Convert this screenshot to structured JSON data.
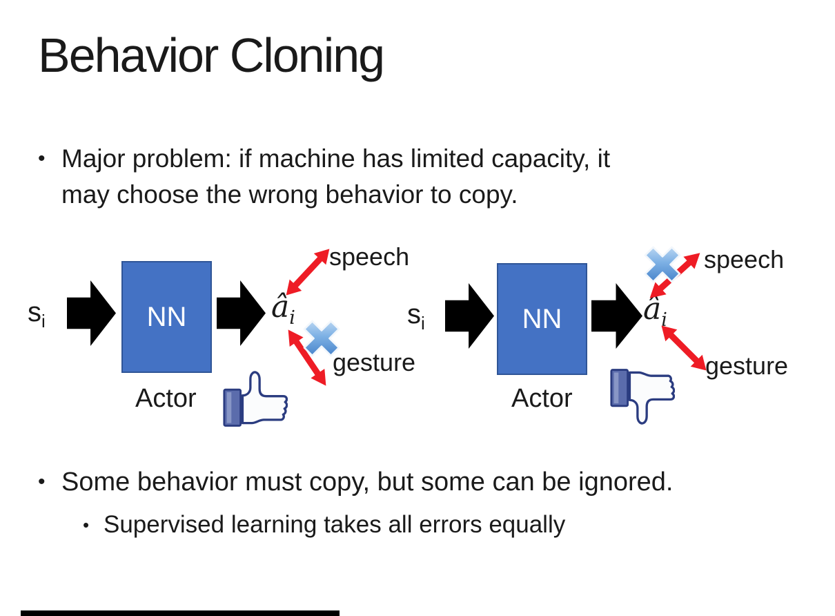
{
  "slide": {
    "title": "Behavior Cloning",
    "bullet_marker": "•",
    "bullet1": {
      "line1": "Major problem: if machine has limited capacity, it",
      "line2": "may choose the wrong behavior to copy."
    },
    "bullet2": "Some behavior must copy, but some can be ignored.",
    "bullet2_sub": "Supervised learning takes all errors equally"
  },
  "diagram_left": {
    "input_symbol": "s",
    "input_subscript": "i",
    "box_label": "NN",
    "box_caption": "Actor",
    "output_symbol": "â",
    "output_subscript": "i",
    "action1": "speech",
    "action2": "gesture",
    "crossed_out": "gesture",
    "feedback_icon": "thumbs-up"
  },
  "diagram_right": {
    "input_symbol": "s",
    "input_subscript": "i",
    "box_label": "NN",
    "box_caption": "Actor",
    "output_symbol": "â",
    "output_subscript": "i",
    "action1": "speech",
    "action2": "gesture",
    "crossed_out": "speech",
    "feedback_icon": "thumbs-down"
  },
  "colors": {
    "nn_box": "#4472C4",
    "nn_box_border": "#2F5597",
    "black_arrow": "#000000",
    "red_arrow": "#EE1C25",
    "cross_light": "#D9EAFA",
    "cross_dark": "#2F6FBF",
    "icon_navy": "#2B3C80",
    "icon_cuff": "#5B6CAC",
    "text": "#1A1A1A"
  }
}
